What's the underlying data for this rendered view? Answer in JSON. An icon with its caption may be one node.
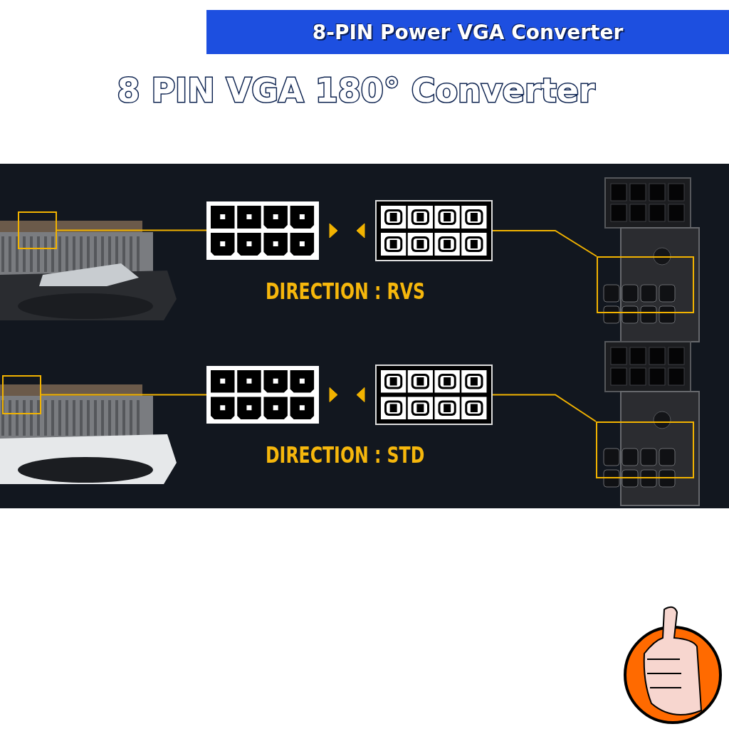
{
  "diagram": {
    "title": "8-PIN Power VGA Converter",
    "nodes": [
      {
        "text": [],
        "shape": "box"
      },
      {
        "text": [],
        "shape": "box"
      },
      {
        "text": [],
        "shape": "box"
      },
      {
        "text": [],
        "shape": "box"
      },
      {
        "text": [],
        "shape": "box"
      },
      {
        "text": [],
        "shape": "box"
      },
      {
        "text": [],
        "shape": "box"
      },
      {
        "text": [],
        "shape": "box"
      }
    ],
    "edges": [
      {
        "from": 0,
        "to": 1,
        "arrow": "none"
      },
      {
        "from": 1,
        "to": 2,
        "arrow": "other"
      },
      {
        "from": 2,
        "to": 3,
        "arrow": "none"
      },
      {
        "from": 4,
        "to": 5,
        "arrow": "none"
      },
      {
        "from": 5,
        "to": 6,
        "arrow": "other"
      },
      {
        "from": 6,
        "to": 7,
        "arrow": "none"
      }
    ],
    "labels": [
      "8 PIN VGA 180° Converter",
      "DIRECTION : RVS",
      "DIRECTION : STD"
    ]
  }
}
